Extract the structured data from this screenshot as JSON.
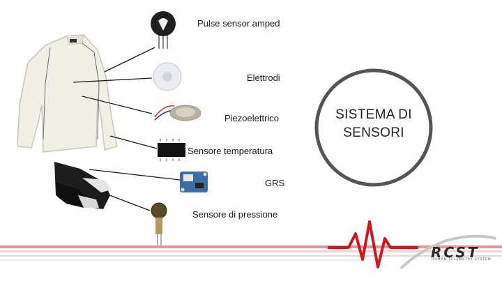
{
  "sensors": [
    {
      "label": "Pulse sensor amped",
      "icon": "pulse-sensor-icon"
    },
    {
      "label": "Elettrodi",
      "icon": "electrode-icon"
    },
    {
      "label": "Piezoelettrico",
      "icon": "piezo-disc-icon"
    },
    {
      "label": "Sensore temperatura",
      "icon": "temperature-chip-icon"
    },
    {
      "label": "GRS",
      "icon": "gsr-board-icon"
    },
    {
      "label": "Sensore di pressione",
      "icon": "pressure-sensor-icon"
    }
  ],
  "circle": {
    "line1": "SISTEMA DI",
    "line2": "SENSORI"
  },
  "logo": {
    "name": "RCST",
    "tagline": "HUMAN TELEMETRY SYSTEM"
  },
  "colors": {
    "accent_red": "#d4151c",
    "circle_gray": "#555555",
    "shirt": "#f1efe6"
  }
}
